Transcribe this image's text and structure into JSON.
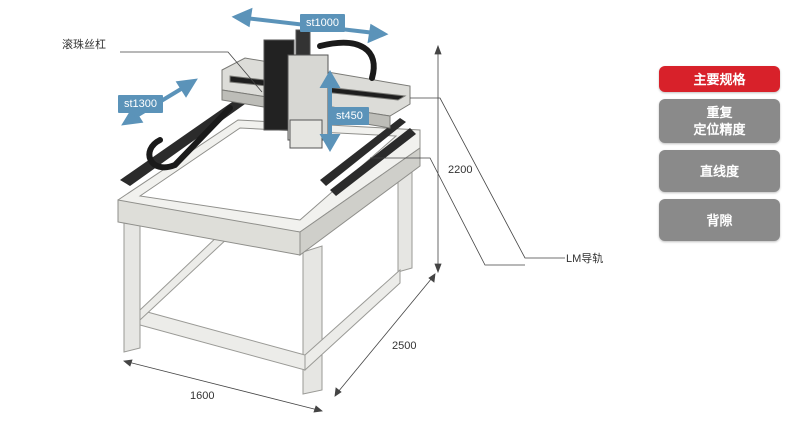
{
  "labels": {
    "ballscrew": "滚珠丝杠",
    "lm_guide": "LM导轨",
    "st1000": "st1000",
    "st1300": "st1300",
    "st450": "st450",
    "height": "2200",
    "depth": "2500",
    "width": "1600"
  },
  "menu": {
    "items": [
      {
        "label": "主要规格"
      },
      {
        "label": "重复\n定位精度"
      },
      {
        "label": "直线度"
      },
      {
        "label": "背隙"
      }
    ]
  },
  "colors": {
    "accent": "#d8212a",
    "button": "#8a8a8a",
    "arrow": "#5b93b9"
  }
}
